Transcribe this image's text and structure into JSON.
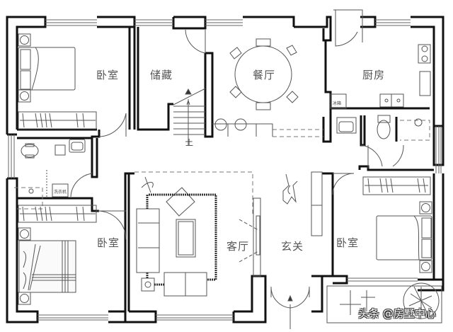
{
  "diagram": {
    "type": "residential floor plan",
    "rooms": {
      "bedroom_top_left": {
        "label": "卧室"
      },
      "storage": {
        "label": "储藏"
      },
      "dining": {
        "label": "餐厅"
      },
      "kitchen": {
        "label": "厨房"
      },
      "bedroom_bottom_left": {
        "label": "卧室"
      },
      "living": {
        "label": "客厅"
      },
      "foyer": {
        "label": "玄关"
      },
      "bedroom_right": {
        "label": "卧室"
      }
    },
    "fixtures": {
      "stair_label": "上",
      "washing_machine": "洗衣机",
      "fridge": "冰箱"
    },
    "watermark": "头条 @房墅中心",
    "colors": {
      "wall": "#111111",
      "line": "#555555",
      "background": "#ffffff"
    }
  }
}
